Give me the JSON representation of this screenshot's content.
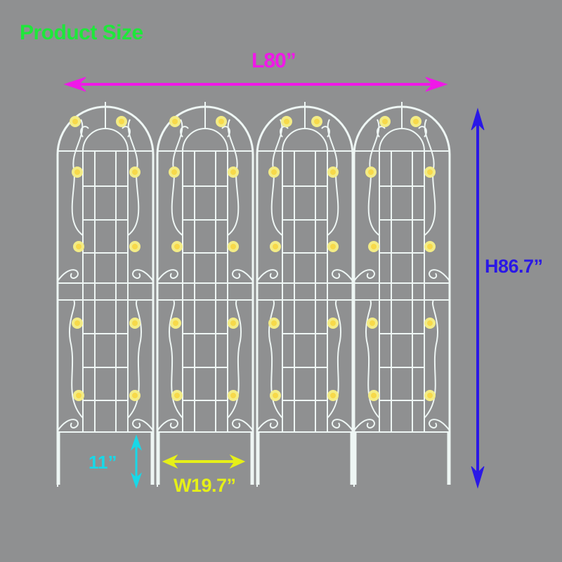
{
  "title": "Product Size",
  "dimensions": {
    "length": {
      "label": "L80”",
      "color": "#f018e8"
    },
    "height": {
      "label": "H86.7”",
      "color": "#2a18e6"
    },
    "stake": {
      "label": "11”",
      "color": "#18d8e8"
    },
    "panel_width": {
      "label": "W19.7”",
      "color": "#e6f018"
    }
  },
  "colors": {
    "background": "#8f9091",
    "title": "#1ee83a",
    "frame": "#eef6f4",
    "flower": "#f2ea8a"
  },
  "product": {
    "panel_count": 4
  }
}
